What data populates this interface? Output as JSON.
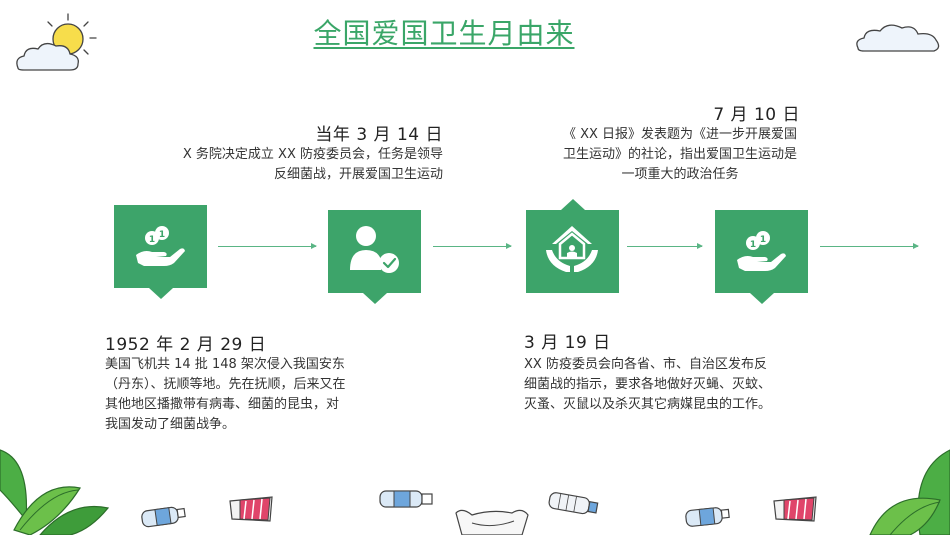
{
  "title": "全国爱国卫生月由来",
  "colors": {
    "accent": "#3da46a",
    "title": "#3aa668",
    "arrow": "#5ab585"
  },
  "events": [
    {
      "date": "1952 年 2 月 29 日",
      "text": "美国飞机共 14 批 148 架次侵入我国安东（丹东）、抚顺等地。先在抚顺，后来又在其他地区播撒带有病毒、细菌的昆虫，对我国发动了细菌战争。",
      "icon": "hand-coins-icon"
    },
    {
      "date": "当年 3 月 14 日",
      "text": "X 务院决定成立 XX 防疫委员会，任务是领导反细菌战，开展爱国卫生运动",
      "icon": "user-check-icon"
    },
    {
      "date": "3 月 19 日",
      "text": "XX 防疫委员会向各省、市、自治区发布反细菌战的指示，要求各地做好灭蝇、灭蚊、灭蚤、灭鼠以及杀灭其它病媒昆虫的工作。",
      "icon": "house-hands-icon"
    },
    {
      "date": "7 月 10 日",
      "text": "《 XX 日报》发表题为《进一步开展爱国卫生运动》的社论，指出爱国卫生运动是一项重大的政治任务",
      "icon": "hand-coins-icon"
    }
  ]
}
